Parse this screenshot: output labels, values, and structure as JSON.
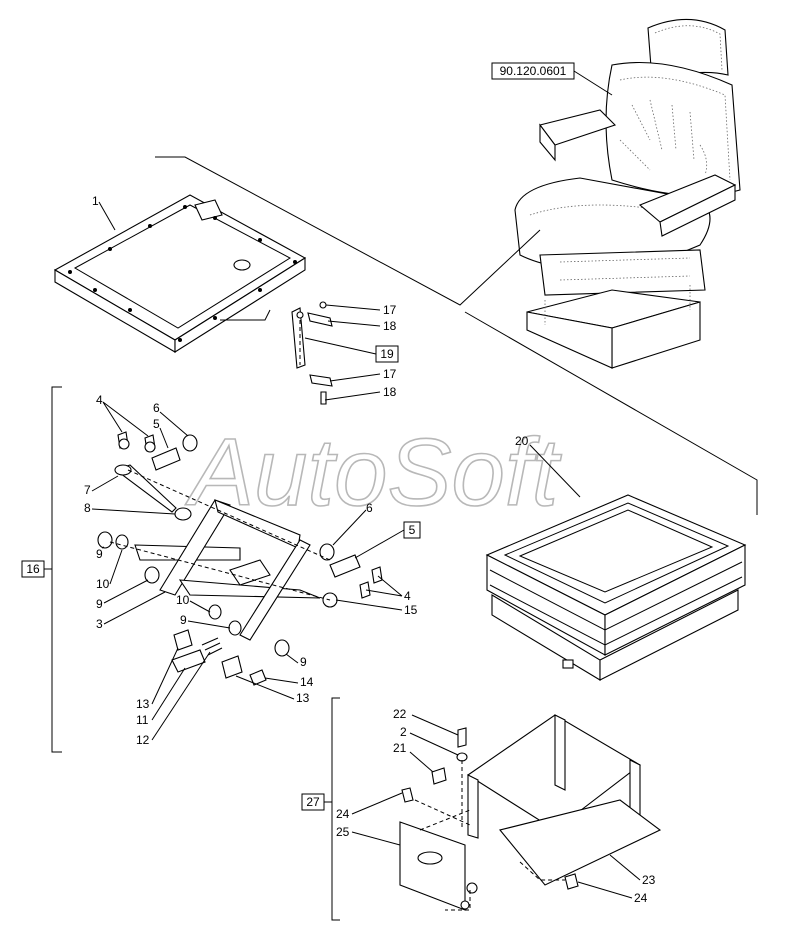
{
  "watermark": "AutoSoft",
  "reference_box": "90.120.0601",
  "labels": {
    "l1": "1",
    "l17a": "17",
    "l18a": "18",
    "l19": "19",
    "l17b": "17",
    "l18b": "18",
    "l4a": "4",
    "l6a": "6",
    "l5a": "5",
    "l7": "7",
    "l8": "8",
    "l20": "20",
    "l6b": "6",
    "l5box": "5",
    "l16": "16",
    "l9a": "9",
    "l10a": "10",
    "l9b": "9",
    "l3": "3",
    "l4b": "4",
    "l15": "15",
    "l10b": "10",
    "l9c": "9",
    "l9d": "9",
    "l14": "14",
    "l13a": "13",
    "l13b": "13",
    "l11": "11",
    "l12": "12",
    "l22": "22",
    "l2": "2",
    "l21": "21",
    "l27": "27",
    "l24a": "24",
    "l25": "25",
    "l23": "23",
    "l24b": "24"
  }
}
